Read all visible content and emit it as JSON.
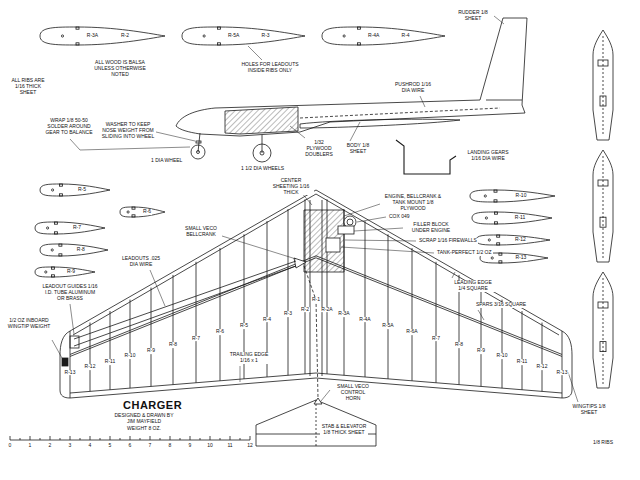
{
  "diagram": {
    "title": "CHARGER",
    "labels": [
      "R-3A",
      "R-2",
      "R-5A",
      "R-3",
      "R-4A",
      "R-4",
      "RUDDER 1/8 SHEET",
      "ALL WOOD IS BALSA UNLESS OTHERWISE NOTED",
      "HOLES FOR LEADOUTS INSIDE RIBS ONLY",
      "PUSHROD 1/16 DIA WIRE",
      "ALL RIBS ARE 1/16 THICK SHEET",
      "WRAP 1/8 50-50 SOLDER AROUND GEAR TO BALANCE",
      "WASHER TO KEEP NOSE WEIGHT FROM SLIDING INTO WHEEL",
      "1/32 PLYWOOD DOUBLERS",
      "BODY 1/8 SHEET",
      "LANDING GEARS 1/16 DIA WIRE",
      "1 DIA WHEEL",
      "1 1/2 DIA WHEELS",
      "CENTER SHEETING 1/16 THICK",
      "ENGINE, BELLCRANK & TANK MOUNT 1/8 PLYWOOD",
      "COX 049",
      "FILLER BLOCK UNDER ENGINE",
      "SCRAP 1/16 FIREWALLS",
      "TANK-PERFECT 1/2 OZ",
      "LEADING EDGE 1/4 SQUARE",
      "SPARS 3/16 SQUARE",
      "SMALL VECO BELLCRANK",
      "LEADOUTS .025 DIA WIRE",
      "LEADOUT GUIDES 1/16 I.D. TUBE ALUMINUM OR BRASS",
      "1/2 OZ INBOARD WINGTIP WEIGHT",
      "TRAILING EDGE 1/16 x 1",
      "DESIGNED & DRAWN BY JIM MAYFIELD",
      "WEIGHT 8 OZ.",
      "SMALL VECO CONTROL HORN",
      "STAB & ELEVATOR 1/8 THICK SHEET",
      "WINGTIPS 1/8 SHEET",
      "1/8 RIBS",
      "R-5",
      "R-6",
      "R-7",
      "R-8",
      "R-9",
      "R-10",
      "R-11",
      "R-12",
      "R-13",
      "R-13",
      "R-12",
      "R-11",
      "R-10",
      "R-9",
      "R-8",
      "R-7",
      "R-6",
      "R-5",
      "R-4",
      "R-3",
      "R-2",
      "R-1",
      "R-2A",
      "R-3A",
      "R-4A",
      "R-5A",
      "R-6A",
      "R-7",
      "R-8",
      "R-9",
      "R-10",
      "R-11",
      "R-12",
      "R-13",
      "0",
      "1",
      "2",
      "3",
      "4",
      "5",
      "6",
      "7",
      "8",
      "9",
      "10",
      "11",
      "12"
    ]
  }
}
